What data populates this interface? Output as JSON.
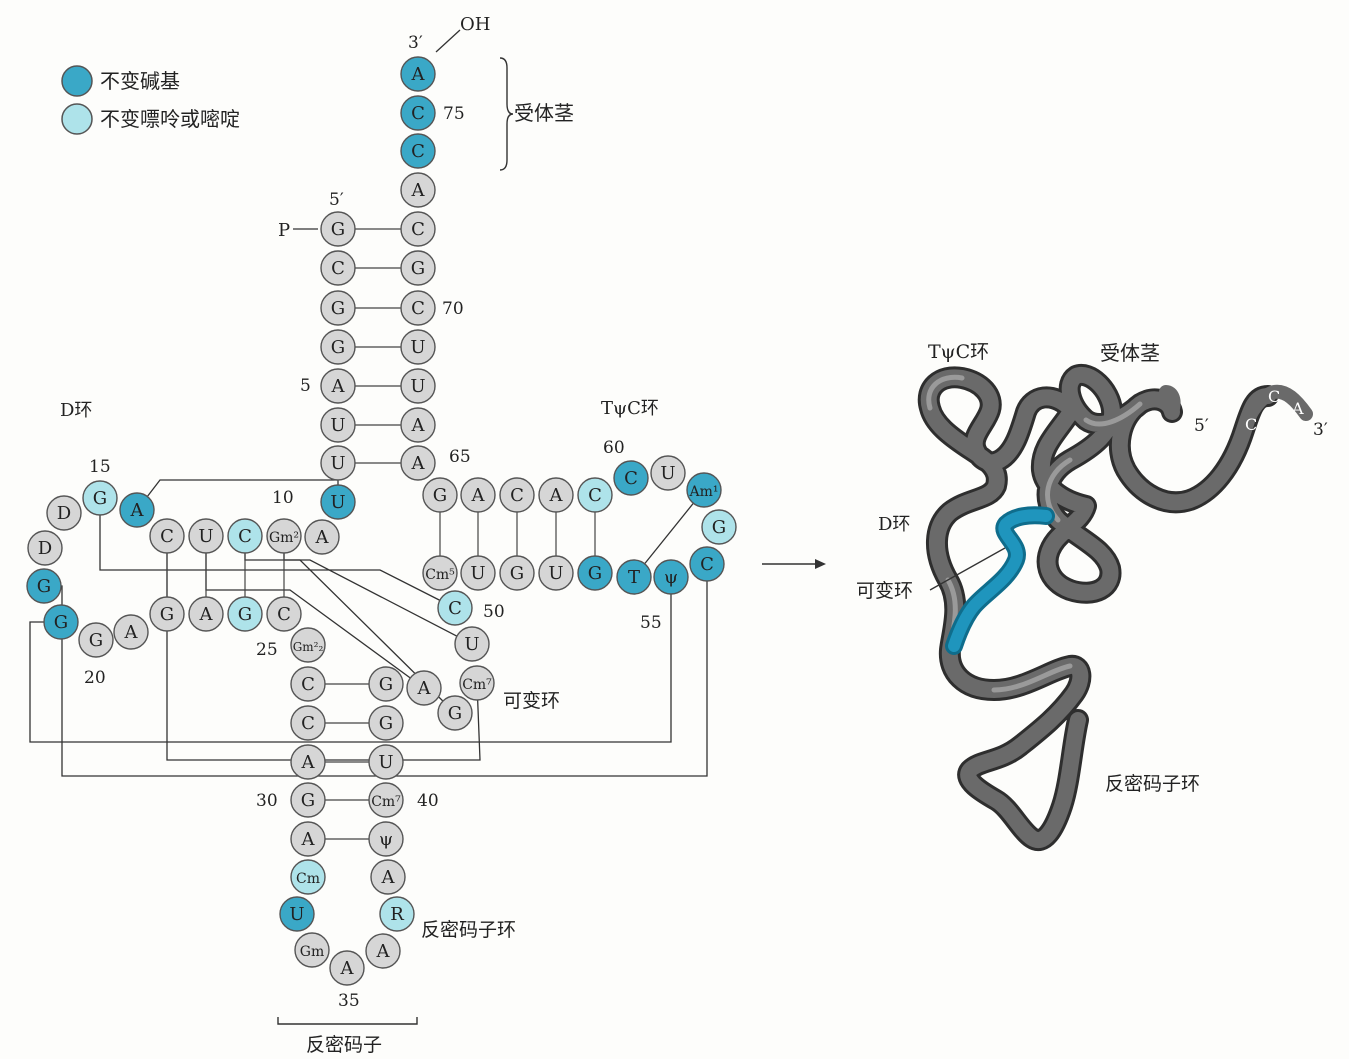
{
  "colors": {
    "invariant": "#3aa8c7",
    "semi": "#aee3ea",
    "normal": "#d6d6d6",
    "stroke": "#555555",
    "tube": "#5a5a5a",
    "tube_highlight": "#1a8db0"
  },
  "legend": [
    {
      "type": "invariant",
      "label": "不变碱基"
    },
    {
      "type": "semi",
      "label": "不变嘌呤或嘧啶"
    }
  ],
  "cloverleaf": {
    "nucleotides": [
      {
        "id": "n1",
        "label": "G",
        "type": "normal"
      },
      {
        "id": "n2",
        "label": "C",
        "type": "normal"
      },
      {
        "id": "n3",
        "label": "G",
        "type": "normal"
      },
      {
        "id": "n4",
        "label": "G",
        "type": "normal"
      },
      {
        "id": "n5",
        "label": "A",
        "type": "normal"
      },
      {
        "id": "n6",
        "label": "U",
        "type": "normal"
      },
      {
        "id": "n7",
        "label": "U",
        "type": "normal"
      },
      {
        "id": "n8",
        "label": "U",
        "type": "invariant"
      },
      {
        "id": "n9",
        "label": "A",
        "type": "normal"
      },
      {
        "id": "n10",
        "label": "Gm²",
        "type": "normal"
      },
      {
        "id": "n11",
        "label": "C",
        "type": "semi"
      },
      {
        "id": "n12",
        "label": "U",
        "type": "normal"
      },
      {
        "id": "n13",
        "label": "C",
        "type": "normal"
      },
      {
        "id": "n14",
        "label": "A",
        "type": "invariant"
      },
      {
        "id": "n15",
        "label": "G",
        "type": "semi"
      },
      {
        "id": "n16",
        "label": "D",
        "type": "normal"
      },
      {
        "id": "n17",
        "label": "D",
        "type": "normal"
      },
      {
        "id": "n18",
        "label": "G",
        "type": "invariant"
      },
      {
        "id": "n19",
        "label": "G",
        "type": "invariant"
      },
      {
        "id": "n20",
        "label": "G",
        "type": "normal"
      },
      {
        "id": "n21",
        "label": "A",
        "type": "normal"
      },
      {
        "id": "n22",
        "label": "G",
        "type": "normal"
      },
      {
        "id": "n23",
        "label": "A",
        "type": "normal"
      },
      {
        "id": "n24",
        "label": "G",
        "type": "semi"
      },
      {
        "id": "n25",
        "label": "C",
        "type": "normal"
      },
      {
        "id": "n26",
        "label": "Gm²₂",
        "type": "normal"
      },
      {
        "id": "n27",
        "label": "C",
        "type": "normal"
      },
      {
        "id": "n28",
        "label": "C",
        "type": "normal"
      },
      {
        "id": "n29",
        "label": "A",
        "type": "normal"
      },
      {
        "id": "n30",
        "label": "G",
        "type": "normal"
      },
      {
        "id": "n31",
        "label": "A",
        "type": "normal"
      },
      {
        "id": "n32",
        "label": "Cm",
        "type": "semi"
      },
      {
        "id": "n33",
        "label": "U",
        "type": "invariant"
      },
      {
        "id": "n34",
        "label": "Gm",
        "type": "normal"
      },
      {
        "id": "n35",
        "label": "A",
        "type": "normal"
      },
      {
        "id": "n36",
        "label": "A",
        "type": "normal"
      },
      {
        "id": "n37",
        "label": "R",
        "type": "semi"
      },
      {
        "id": "n38",
        "label": "A",
        "type": "normal"
      },
      {
        "id": "n39",
        "label": "ψ",
        "type": "normal"
      },
      {
        "id": "n40",
        "label": "Cm⁷",
        "type": "normal"
      },
      {
        "id": "n41",
        "label": "U",
        "type": "normal"
      },
      {
        "id": "n42",
        "label": "G",
        "type": "normal"
      },
      {
        "id": "n43",
        "label": "G",
        "type": "normal"
      },
      {
        "id": "n44",
        "label": "A",
        "type": "normal"
      },
      {
        "id": "n45",
        "label": "G",
        "type": "normal"
      },
      {
        "id": "n46",
        "label": "Cm⁷",
        "type": "normal"
      },
      {
        "id": "n47",
        "label": "U",
        "type": "normal"
      },
      {
        "id": "n48",
        "label": "C",
        "type": "semi"
      },
      {
        "id": "n49",
        "label": "Cm⁵",
        "type": "normal"
      },
      {
        "id": "n50",
        "label": "U",
        "type": "normal"
      },
      {
        "id": "n51",
        "label": "G",
        "type": "normal"
      },
      {
        "id": "n52",
        "label": "U",
        "type": "normal"
      },
      {
        "id": "n53",
        "label": "G",
        "type": "invariant"
      },
      {
        "id": "n54",
        "label": "T",
        "type": "invariant"
      },
      {
        "id": "n55",
        "label": "ψ",
        "type": "invariant"
      },
      {
        "id": "n56",
        "label": "C",
        "type": "invariant"
      },
      {
        "id": "n57",
        "label": "G",
        "type": "semi"
      },
      {
        "id": "n58",
        "label": "Am¹",
        "type": "invariant"
      },
      {
        "id": "n59",
        "label": "U",
        "type": "normal"
      },
      {
        "id": "n60",
        "label": "C",
        "type": "invariant"
      },
      {
        "id": "n61",
        "label": "C",
        "type": "semi"
      },
      {
        "id": "n62",
        "label": "A",
        "type": "normal"
      },
      {
        "id": "n63",
        "label": "C",
        "type": "normal"
      },
      {
        "id": "n64",
        "label": "A",
        "type": "normal"
      },
      {
        "id": "n65",
        "label": "G",
        "type": "normal"
      },
      {
        "id": "n66",
        "label": "A",
        "type": "normal"
      },
      {
        "id": "n67",
        "label": "A",
        "type": "normal"
      },
      {
        "id": "n68",
        "label": "U",
        "type": "normal"
      },
      {
        "id": "n69",
        "label": "U",
        "type": "normal"
      },
      {
        "id": "n70",
        "label": "C",
        "type": "normal"
      },
      {
        "id": "n71",
        "label": "G",
        "type": "normal"
      },
      {
        "id": "n72",
        "label": "C",
        "type": "normal"
      },
      {
        "id": "n73",
        "label": "A",
        "type": "normal"
      },
      {
        "id": "n74",
        "label": "C",
        "type": "invariant"
      },
      {
        "id": "n75",
        "label": "C",
        "type": "invariant"
      },
      {
        "id": "n76",
        "label": "A",
        "type": "invariant"
      }
    ],
    "pairs": [
      [
        "n1",
        "n72"
      ],
      [
        "n2",
        "n71"
      ],
      [
        "n3",
        "n70"
      ],
      [
        "n4",
        "n69"
      ],
      [
        "n5",
        "n68"
      ],
      [
        "n6",
        "n67"
      ],
      [
        "n7",
        "n66"
      ],
      [
        "n10",
        "n25"
      ],
      [
        "n11",
        "n24"
      ],
      [
        "n12",
        "n23"
      ],
      [
        "n13",
        "n22"
      ],
      [
        "n27",
        "n43"
      ],
      [
        "n28",
        "n42"
      ],
      [
        "n29",
        "n41"
      ],
      [
        "n30",
        "n40"
      ],
      [
        "n31",
        "n39"
      ],
      [
        "n49",
        "n65"
      ],
      [
        "n50",
        "n64"
      ],
      [
        "n51",
        "n63"
      ],
      [
        "n52",
        "n62"
      ],
      [
        "n53",
        "n61"
      ]
    ],
    "tertiary": [
      [
        "n8",
        "n14"
      ],
      [
        "n15",
        "n48"
      ],
      [
        "n18",
        "n55"
      ],
      [
        "n19",
        "n56"
      ],
      [
        "n26",
        "n44"
      ],
      [
        "n9",
        "n23"
      ],
      [
        "n13",
        "n22"
      ],
      [
        "n10",
        "n45"
      ],
      [
        "n54",
        "n58"
      ]
    ],
    "position_numbers": [
      {
        "id": "num5",
        "text": "5"
      },
      {
        "id": "num10",
        "text": "10"
      },
      {
        "id": "num15",
        "text": "15"
      },
      {
        "id": "num20",
        "text": "20"
      },
      {
        "id": "num25",
        "text": "25"
      },
      {
        "id": "num30",
        "text": "30"
      },
      {
        "id": "num35",
        "text": "35"
      },
      {
        "id": "num40",
        "text": "40"
      },
      {
        "id": "num50",
        "text": "50"
      },
      {
        "id": "num55",
        "text": "55"
      },
      {
        "id": "num60",
        "text": "60"
      },
      {
        "id": "num65",
        "text": "65"
      },
      {
        "id": "num70",
        "text": "70"
      },
      {
        "id": "num75",
        "text": "75"
      }
    ],
    "labels": {
      "three_prime": "3′",
      "oh": "OH",
      "five_prime": "5′",
      "phosphate": "P",
      "acceptor_stem": "受体茎",
      "d_loop": "D环",
      "tpsic_loop": "TψC环",
      "variable_loop": "可变环",
      "anticodon_loop": "反密码子环",
      "anticodon": "反密码子"
    }
  },
  "tertiary_model": {
    "labels": {
      "tpsic_loop": "TψC环",
      "acceptor_stem": "受体茎",
      "d_loop": "D环",
      "variable_loop": "可变环",
      "anticodon_loop": "反密码子环",
      "five_prime": "5′",
      "three_prime": "3′",
      "cca_c1": "C",
      "cca_c2": "C",
      "cca_a": "A"
    }
  }
}
